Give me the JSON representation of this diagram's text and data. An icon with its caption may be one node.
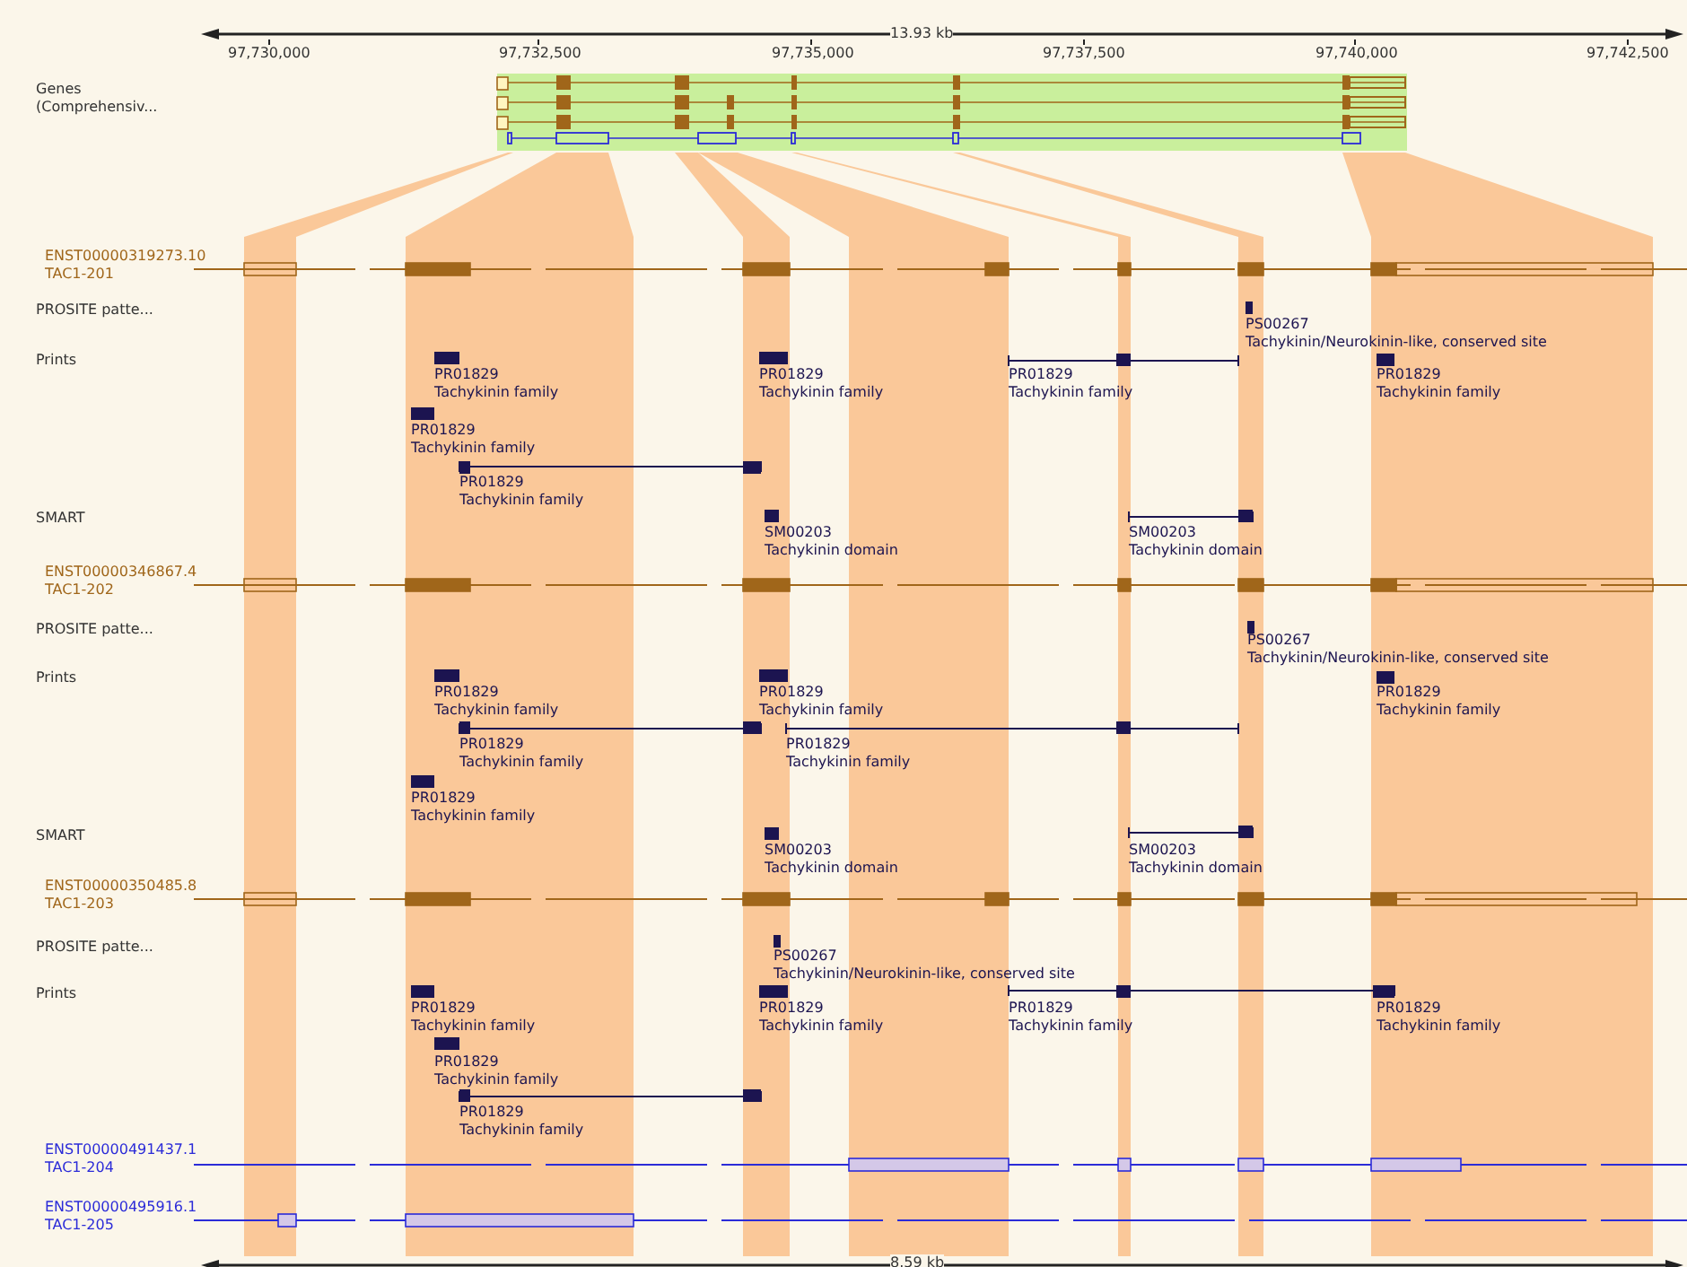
{
  "diagram": {
    "labels": [
      "13.93 kb",
      "97,730,000",
      "97,732,500",
      "97,735,000",
      "97,737,500",
      "97,740,000",
      "97,742,500",
      "Genes (Comprehensiv...",
      "ENST00000319273.10 TAC1-201",
      "PROSITE patte...",
      "PS00267 Tachykinin/Neurokinin-like, conserved site",
      "Prints",
      "PR01829 Tachykinin family",
      "PR01829 Tachykinin family",
      "PR01829 Tachykinin family",
      "PR01829 Tachykinin family",
      "PR01829 Tachykinin family",
      "PR01829 Tachykinin family",
      "SMART",
      "SM00203 Tachykinin domain",
      "SM00203 Tachykinin domain",
      "ENST00000346867.4 TAC1-202",
      "PROSITE patte...",
      "PS00267 Tachykinin/Neurokinin-like, conserved site",
      "Prints",
      "PR01829 Tachykinin family",
      "PR01829 Tachykinin family",
      "PR01829 Tachykinin family",
      "PR01829 Tachykinin family",
      "PR01829 Tachykinin family",
      "PR01829 Tachykinin family",
      "SMART",
      "SM00203 Tachykinin domain",
      "SM00203 Tachykinin domain",
      "ENST00000350485.8 TAC1-203",
      "PROSITE patte...",
      "PS00267 Tachykinin/Neurokinin-like, conserved site",
      "Prints",
      "PR01829 Tachykinin family",
      "PR01829 Tachykinin family",
      "PR01829 Tachykinin family",
      "PR01829 Tachykinin family",
      "PR01829 Tachykinin family",
      "PR01829 Tachykinin family",
      "ENST00000491437.1 TAC1-204",
      "ENST00000495916.1 TAC1-205",
      "8.59 kb"
    ]
  }
}
